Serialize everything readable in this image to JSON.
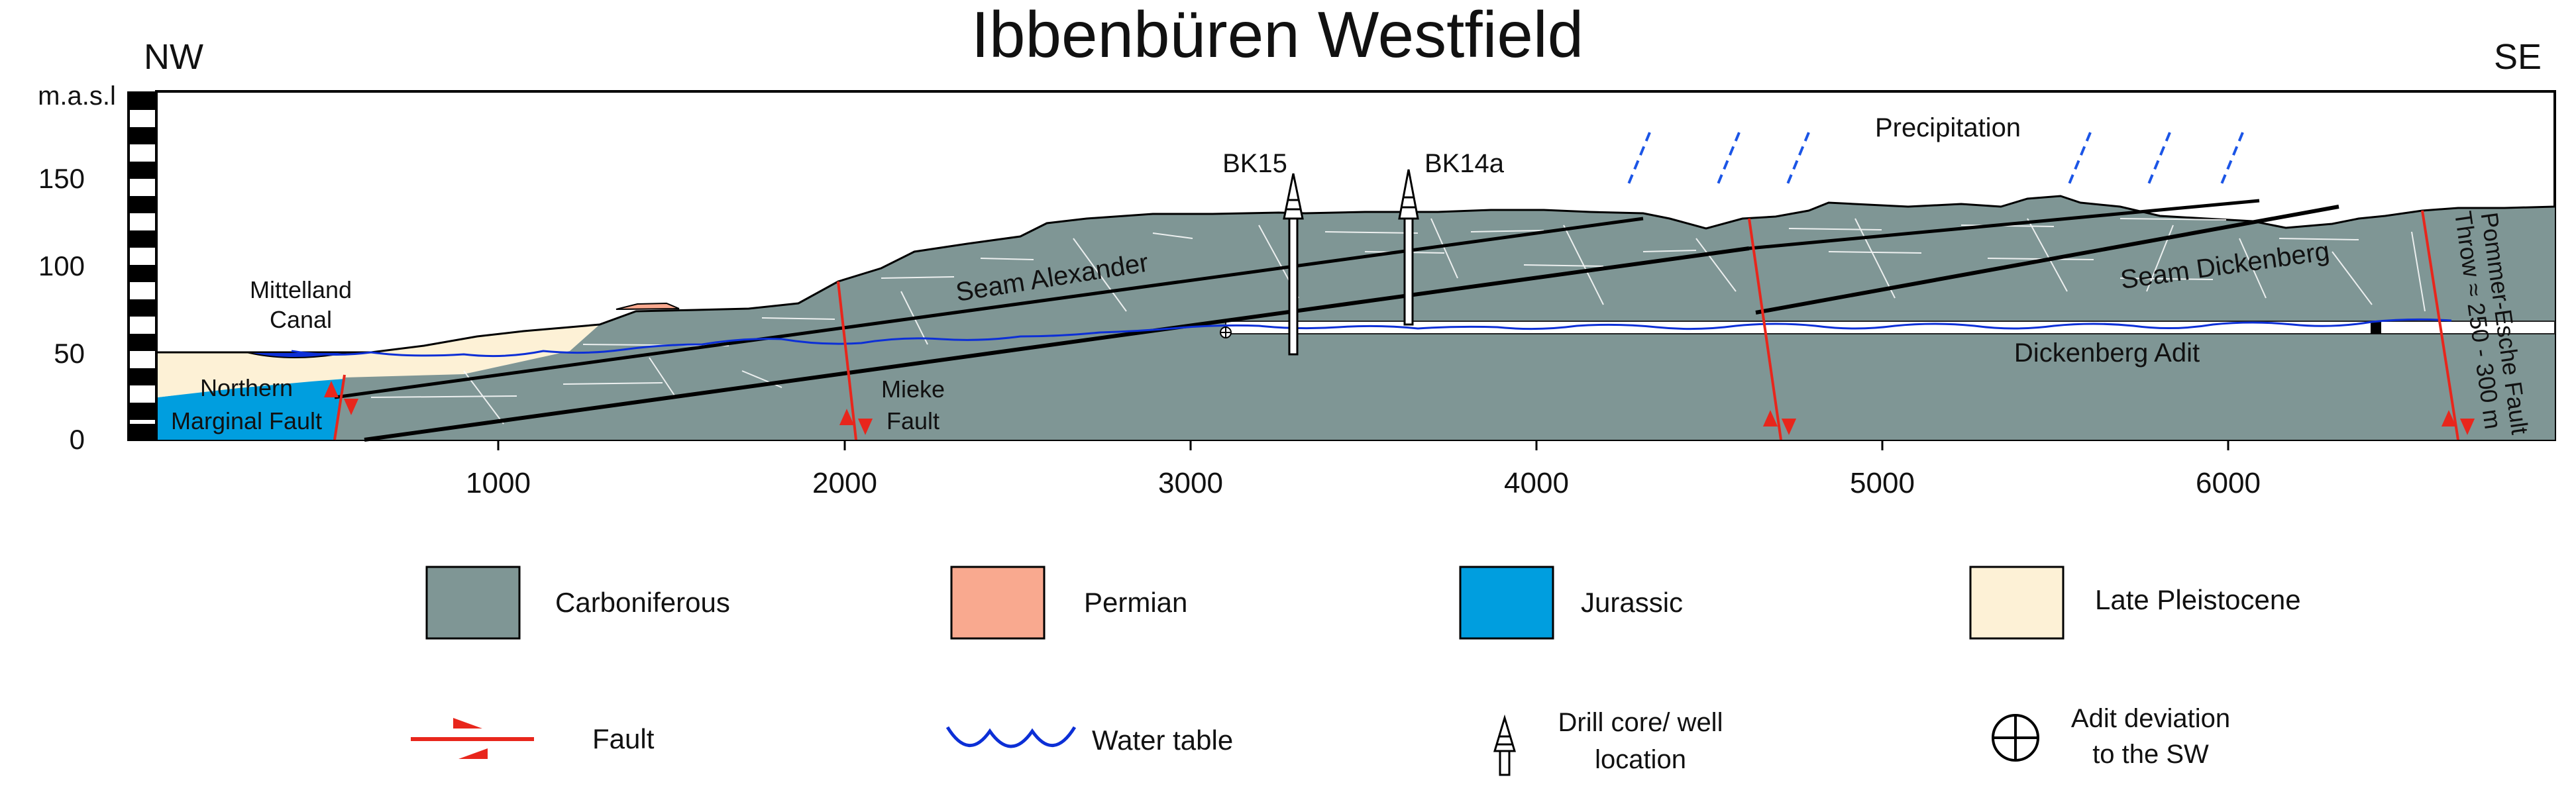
{
  "title": "Ibbenbüren Westfield",
  "orientation": {
    "left": "NW",
    "right": "SE"
  },
  "y_axis": {
    "unit": "m.a.s.l",
    "ticks": [
      "0",
      "50",
      "100",
      "150"
    ]
  },
  "x_axis": {
    "ticks": [
      "1000",
      "2000",
      "3000",
      "4000",
      "5000",
      "6000"
    ]
  },
  "labels": {
    "mittelland": "Mittelland",
    "canal": "Canal",
    "northern": "Northern",
    "marginal_fault": "Marginal Fault",
    "seam_alexander": "Seam Alexander",
    "seam_dickenberg": "Seam Dickenberg",
    "mieke": "Mieke",
    "fault": "Fault",
    "dickenberg_adit": "Dickenberg Adit",
    "precipitation": "Precipitation",
    "pommer_esche": "Pommer-Esche Fault",
    "throw": "Throw ≈ 250 - 300 m"
  },
  "wells": [
    {
      "name": "BK15",
      "icon": "drill-core-icon"
    },
    {
      "name": "BK14a",
      "icon": "drill-core-icon"
    }
  ],
  "legend": [
    {
      "label": "Carboniferous",
      "color": "#7f9695"
    },
    {
      "label": "Permian",
      "color": "#f9a98f"
    },
    {
      "label": "Jurassic",
      "color": "#009edf"
    },
    {
      "label": "Late Pleistocene",
      "color": "#fdf1d6"
    }
  ],
  "symbols": [
    {
      "label": "Fault",
      "icon": "fault-arrow-icon"
    },
    {
      "label": "Water table",
      "icon": "water-table-icon"
    },
    {
      "label_line1": "Drill core/ well",
      "label_line2": "location",
      "icon": "drill-core-icon"
    },
    {
      "label_line1": "Adit deviation",
      "label_line2": "to the SW",
      "icon": "adit-deviation-icon"
    }
  ],
  "colors": {
    "carboniferous": "#7f9695",
    "permian": "#f9a98f",
    "jurassic": "#009edf",
    "pleistocene": "#fdf1d6",
    "water": "#0c2fd6",
    "fault": "#e8261c",
    "rain": "#1b55e6"
  }
}
